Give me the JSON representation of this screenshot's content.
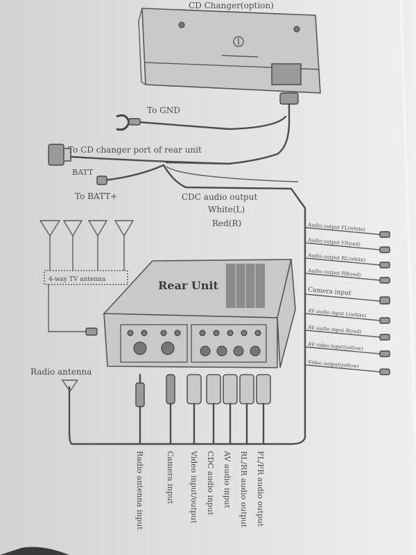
{
  "colors": {
    "paper": "#e4e4e2",
    "ink": "#4a4a4a",
    "device": "#c9c9c7"
  },
  "cd_changer": {
    "label": "CD Changer(option)"
  },
  "cables": {
    "gnd": "To GND",
    "cd_port": "To CD changer port of rear unit",
    "batt": "BATT",
    "batt_plus": "To BATT+",
    "cdc_audio": "CDC audio output",
    "white": "White(L)",
    "red": "Red(R)"
  },
  "antenna": {
    "tv": "4-way TV antenna",
    "radio": "Radio antenna"
  },
  "rear_unit": {
    "label": "Rear Unit"
  },
  "right_outputs": [
    {
      "id": "fl",
      "label": "Audio output FL(white)"
    },
    {
      "id": "fr",
      "label": "Audio output FR(red)"
    },
    {
      "id": "rl",
      "label": "Audio output RL(white)"
    },
    {
      "id": "rr",
      "label": "Audio output RR(red)"
    },
    {
      "id": "camera",
      "label": "Camera input"
    },
    {
      "id": "av-l",
      "label": "AV audio input L(white)"
    },
    {
      "id": "av-r",
      "label": "AV audio input R(red)"
    },
    {
      "id": "av-video",
      "label": "AV video input(yellow)"
    },
    {
      "id": "video-out",
      "label": "Video output(yellow)"
    }
  ],
  "bottom_labels": [
    {
      "id": "radio-antenna-input",
      "text": "Radio antenna input"
    },
    {
      "id": "camera-input",
      "text": "Camera input"
    },
    {
      "id": "video-input-output",
      "text": "Video input/output"
    },
    {
      "id": "cdc-audio-input",
      "text": "CDC audio input"
    },
    {
      "id": "av-audio-input",
      "text": "AV audio input"
    },
    {
      "id": "rl-rr-audio-output",
      "text": "RL/RR audio output"
    },
    {
      "id": "fl-fr-audio-output",
      "text": "FL/FR audio output"
    }
  ]
}
